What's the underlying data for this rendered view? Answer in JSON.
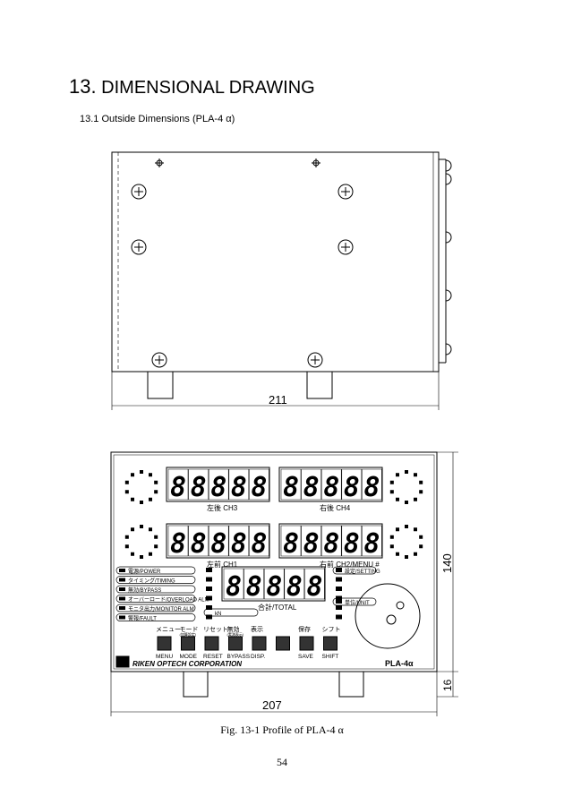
{
  "heading": {
    "number": "13.",
    "title": "DIMENSIONAL DRAWING"
  },
  "subheading": "13.1 Outside Dimensions (PLA-4 α)",
  "top_view": {
    "width_dim": "211"
  },
  "front_panel": {
    "width_dim": "207",
    "height_dim": "140",
    "foot_dim": "16",
    "display_labels": [
      "左後  CH3",
      "右後  CH4",
      "左前  CH1",
      "右前  CH2/MENU #",
      "合計/TOTAL"
    ],
    "digits": "8",
    "left_leds": [
      "電源/POWER",
      "タイミング/TIMING",
      "無効/BYPASS",
      "オーバーロード/OVERLOAD ALM",
      "モニタ出力/MONITOR ALM",
      "警報/FAULT"
    ],
    "right_leds": [
      "設定/SETTING",
      "単位/UNIT"
    ],
    "unit_led": "kN",
    "buttons": [
      {
        "jp": "メニュー",
        "sub": "",
        "en": "MENU"
      },
      {
        "jp": "モード",
        "sub": "(加算設定)",
        "en": "MODE"
      },
      {
        "jp": "リセット",
        "sub": "",
        "en": "RESET"
      },
      {
        "jp": "無効",
        "sub": "(実測表示)",
        "en": "BYPASS"
      },
      {
        "jp": "表示",
        "sub": "",
        "en": "DISP."
      },
      {
        "jp": "",
        "sub": "",
        "en": ""
      },
      {
        "jp": "保存",
        "sub": "",
        "en": "SAVE"
      },
      {
        "jp": "シフト",
        "sub": "",
        "en": "SHIFT"
      }
    ],
    "brand": "RIKEN OPTECH CORPORATION",
    "model": "PLA-4α"
  },
  "caption": "Fig. 13-1 Profile of PLA-4 α",
  "page_number": "54"
}
